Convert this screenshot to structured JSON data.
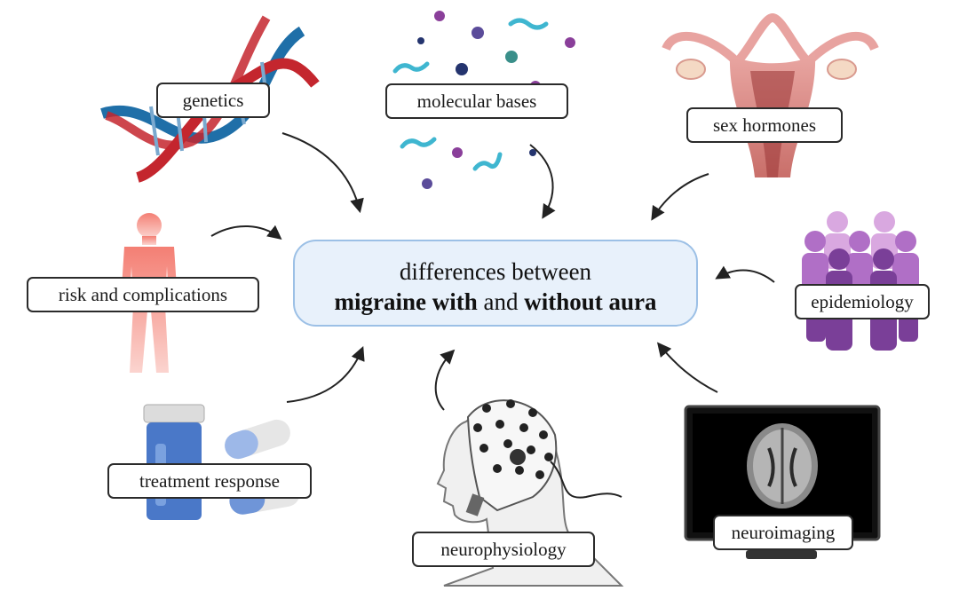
{
  "center": {
    "line1": "differences between",
    "bold1": "migraine with",
    "mid": " and ",
    "bold2": "without aura"
  },
  "topics": {
    "genetics": "genetics",
    "molecular_bases": "molecular bases",
    "sex_hormones": "sex hormones",
    "risk": "risk and complications",
    "epidemiology": "epidemiology",
    "treatment": "treatment response",
    "neurophysiology": "neurophysiology",
    "neuroimaging": "neuroimaging"
  },
  "colors": {
    "center_fill": "#e8f1fb",
    "center_border": "#9cc0e6",
    "dna_red": "#c4262e",
    "dna_blue": "#1f6fa8",
    "molecule_teal": "#3fb6d0",
    "molecule_purple": "#6a3f8f",
    "hormone_pink": "#e8a3a0",
    "body_red": "#f08a80",
    "people_purple": "#8a55a8",
    "pill_blue": "#4a78c8"
  }
}
